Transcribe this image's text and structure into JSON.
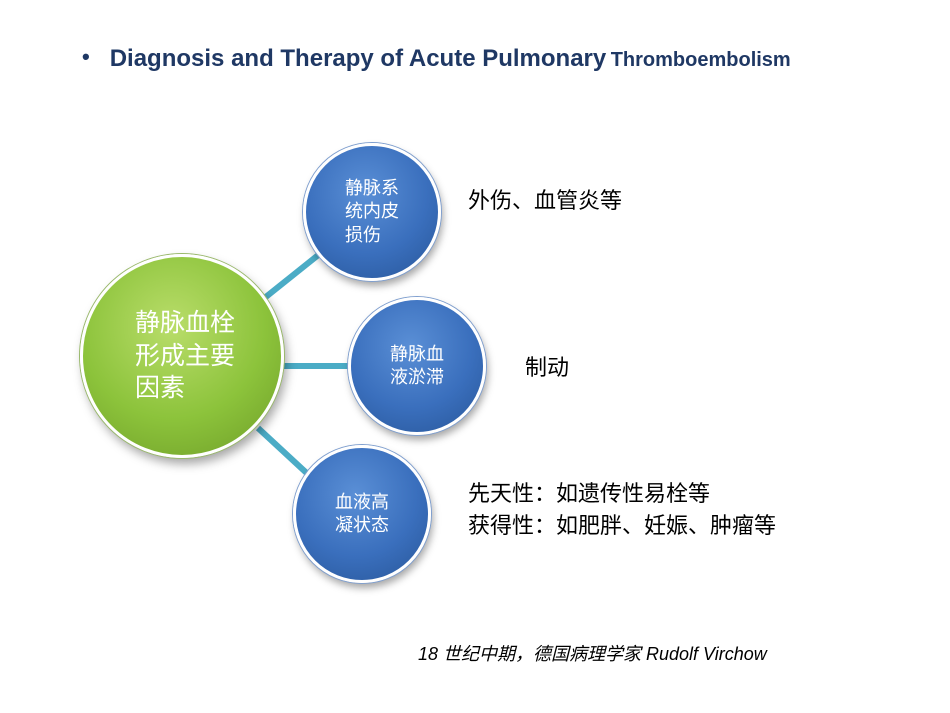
{
  "title": {
    "bullet": "•",
    "main": "Diagnosis and Therapy of Acute Pulmonary",
    "tail": "Thromboembolism"
  },
  "diagram": {
    "center": {
      "label": "静脉血栓\n形成主要\n因素"
    },
    "nodes": [
      {
        "label": "静脉系\n统内皮\n损伤",
        "description": "外伤、血管炎等"
      },
      {
        "label": "静脉血\n液淤滞",
        "description": "制动"
      },
      {
        "label": "血液高\n凝状态",
        "description": "先天性：如遗传性易栓等\n获得性：如肥胖、妊娠、肿瘤等"
      }
    ]
  },
  "footnote": "18 世纪中期，德国病理学家 Rudolf Virchow",
  "colors": {
    "title": "#1f3864",
    "center_fill": "#8cc33b",
    "node_fill": "#3a6fbd",
    "connector": "#4bacc6"
  }
}
